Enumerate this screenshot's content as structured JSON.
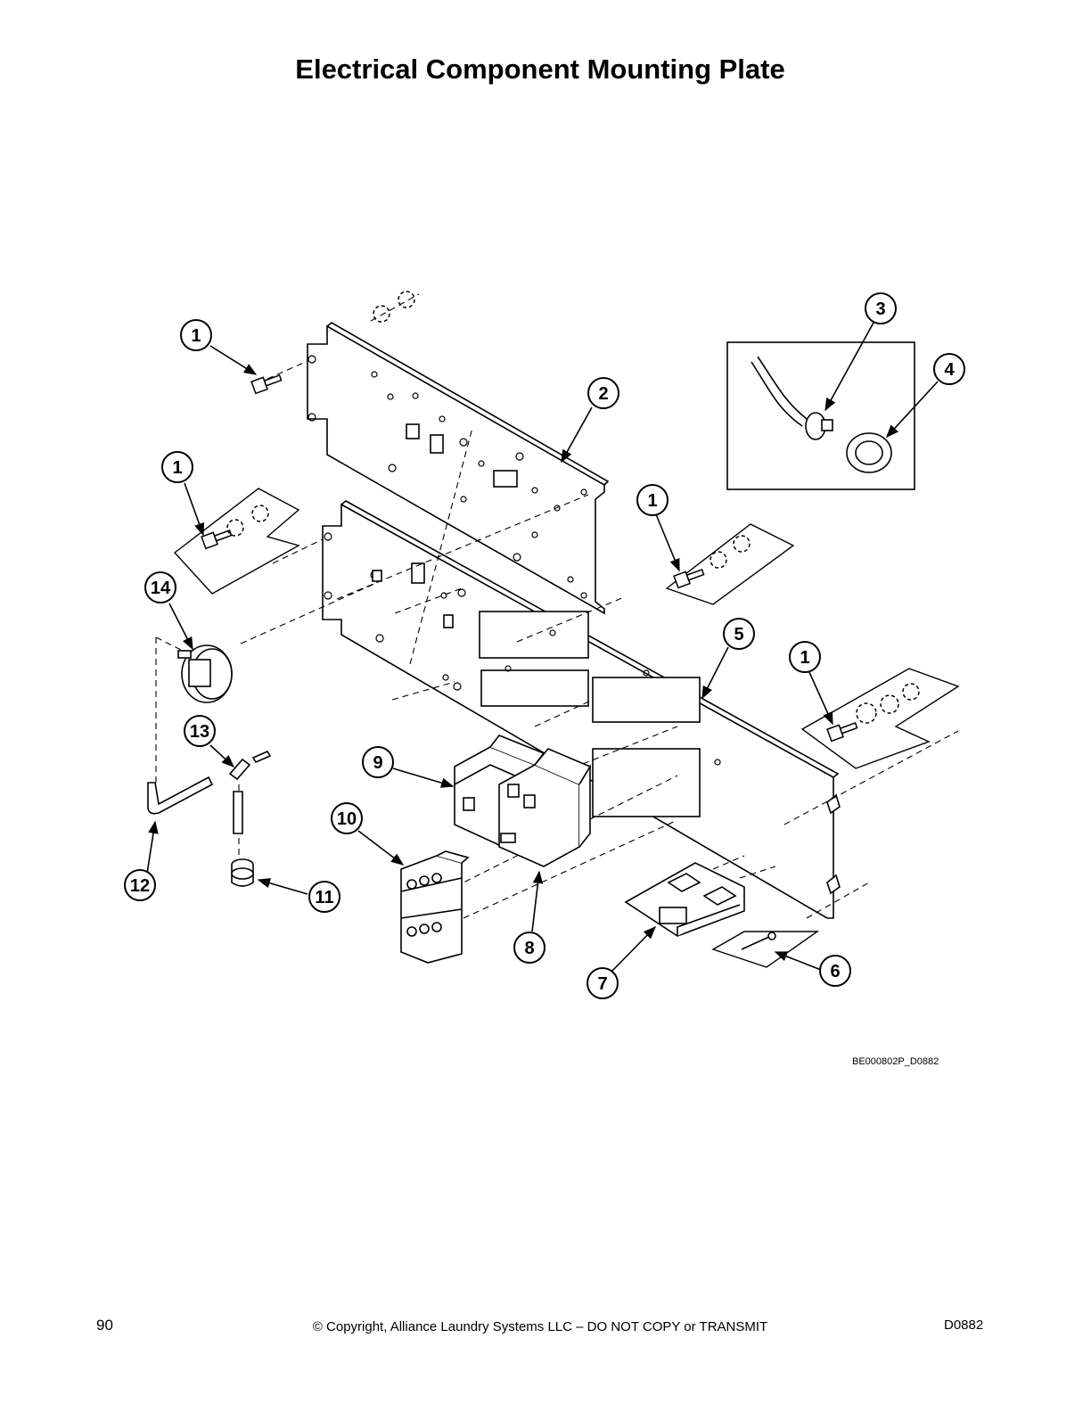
{
  "page": {
    "title": "Electrical Component Mounting Plate",
    "diagram_ref": "BE000802P_D0882",
    "page_number": "90",
    "copyright": "© Copyright, Alliance Laundry Systems LLC – DO NOT COPY or TRANSMIT",
    "doc_code": "D0882"
  },
  "callouts": [
    {
      "label": "1"
    },
    {
      "label": "1"
    },
    {
      "label": "1"
    },
    {
      "label": "1"
    },
    {
      "label": "2"
    },
    {
      "label": "3"
    },
    {
      "label": "4"
    },
    {
      "label": "5"
    },
    {
      "label": "6"
    },
    {
      "label": "7"
    },
    {
      "label": "8"
    },
    {
      "label": "9"
    },
    {
      "label": "10"
    },
    {
      "label": "11"
    },
    {
      "label": "12"
    },
    {
      "label": "13"
    },
    {
      "label": "14"
    }
  ]
}
